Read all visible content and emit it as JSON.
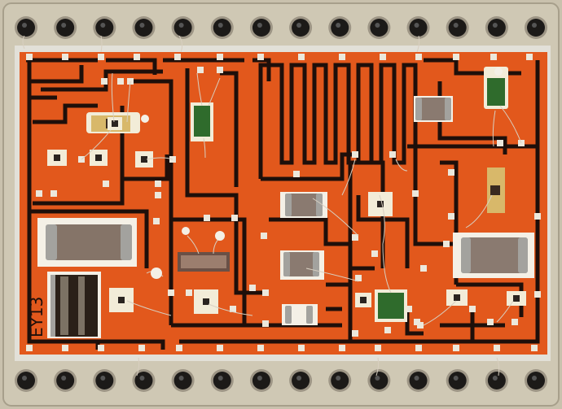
{
  "module": {
    "marking": "EY13",
    "colors": {
      "frame": "#c9c1ad",
      "frame_edge": "#a79f8b",
      "substrate": "#e2e0d8",
      "board": "#e2581c",
      "trace": "#1e0f0a",
      "pad": "#ece8dc",
      "pin": "#1c1a18",
      "resistor_body": "#8a7a70",
      "resistor_cap": "#9a9a96",
      "green_chip": "#2f6b2c",
      "yellow_chip": "#e6c77a",
      "wire": "#d8cfc0"
    },
    "pin_count_top": 14,
    "pin_count_bottom": 14
  }
}
